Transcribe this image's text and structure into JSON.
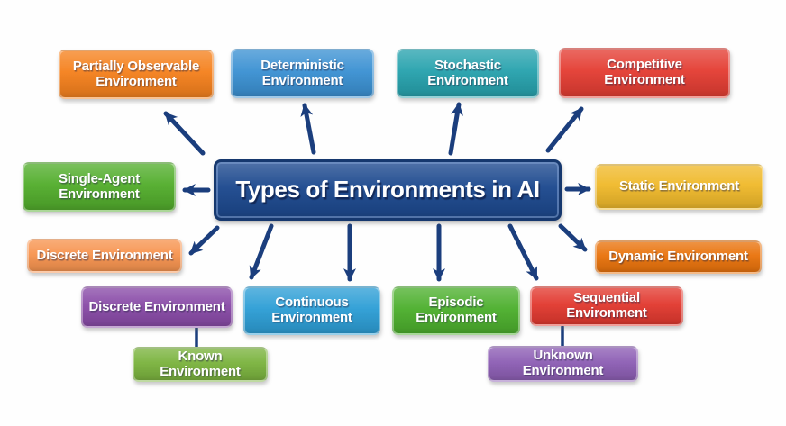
{
  "diagram_title": "Types of Environments in AI",
  "connector_color": "#1b3e7d",
  "background_color": "#fefefe",
  "center": {
    "label": "Types of Environments in AI",
    "color": "#1e4a8f"
  },
  "nodes": [
    {
      "id": "partially-observable",
      "label": "Partially Observable\nEnvironment",
      "color": "#f5821f"
    },
    {
      "id": "deterministic",
      "label": "Deterministic\nEnvironment",
      "color": "#3d92d3"
    },
    {
      "id": "stochastic",
      "label": "Stochastic\nEnvironment",
      "color": "#29a3ae"
    },
    {
      "id": "competitive",
      "label": "Competitive Environment",
      "color": "#e43f35"
    },
    {
      "id": "single-agent",
      "label": "Single-Agent\nEnvironment",
      "color": "#54ae2e"
    },
    {
      "id": "static",
      "label": "Static Environment",
      "color": "#f0ba2d"
    },
    {
      "id": "discrete",
      "label": "Discrete Environment",
      "color": "#f79551"
    },
    {
      "id": "dynamic",
      "label": "Dynamic Environment",
      "color": "#e9740e"
    },
    {
      "id": "discrete-2",
      "label": "Discrete Environment",
      "color": "#8a4ca8"
    },
    {
      "id": "continuous",
      "label": "Continuous\nEnvironment",
      "color": "#2f9fd6"
    },
    {
      "id": "episodic",
      "label": "Episodic\nEnvironment",
      "color": "#4eb02f"
    },
    {
      "id": "sequential",
      "label": "Sequential Environment",
      "color": "#e23b31"
    },
    {
      "id": "known",
      "label": "Known Environment",
      "color": "#7cb440"
    },
    {
      "id": "unknown",
      "label": "Unknown Environment",
      "color": "#8e60b5"
    }
  ]
}
